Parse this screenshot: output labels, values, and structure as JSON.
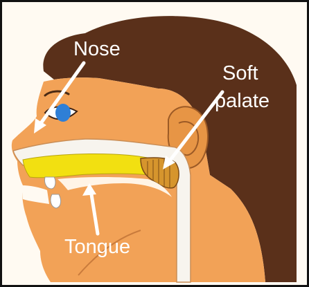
{
  "labels": {
    "nose": "Nose",
    "soft_palate_line1": "Soft",
    "soft_palate_line2": "palate",
    "tongue": "Tongue"
  },
  "colors": {
    "skin": "#f2a257",
    "hair": "#5a301a",
    "airway": "#f7f4ee",
    "palate": "#f2e011",
    "soft_palate": "#d6952d",
    "eye": "#2f7fd6",
    "label": "#ffffff",
    "frame": "#111111"
  }
}
